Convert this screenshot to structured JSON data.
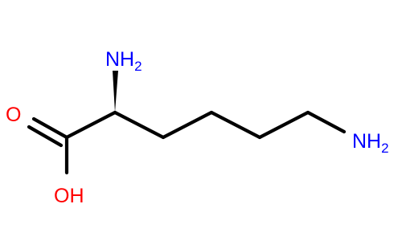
{
  "molecule": {
    "atoms": {
      "alpha_amine": {
        "symbol": "NH",
        "subscript": "2",
        "color": "#0000ff"
      },
      "epsilon_amine": {
        "symbol": "NH",
        "subscript": "2",
        "color": "#0000ff"
      },
      "carbonyl_oxygen": {
        "symbol": "O",
        "color": "#ff0000"
      },
      "hydroxyl": {
        "symbol": "OH",
        "color": "#ff0000"
      }
    },
    "bond_color": "#000000",
    "stereo_bond": "wedge"
  }
}
